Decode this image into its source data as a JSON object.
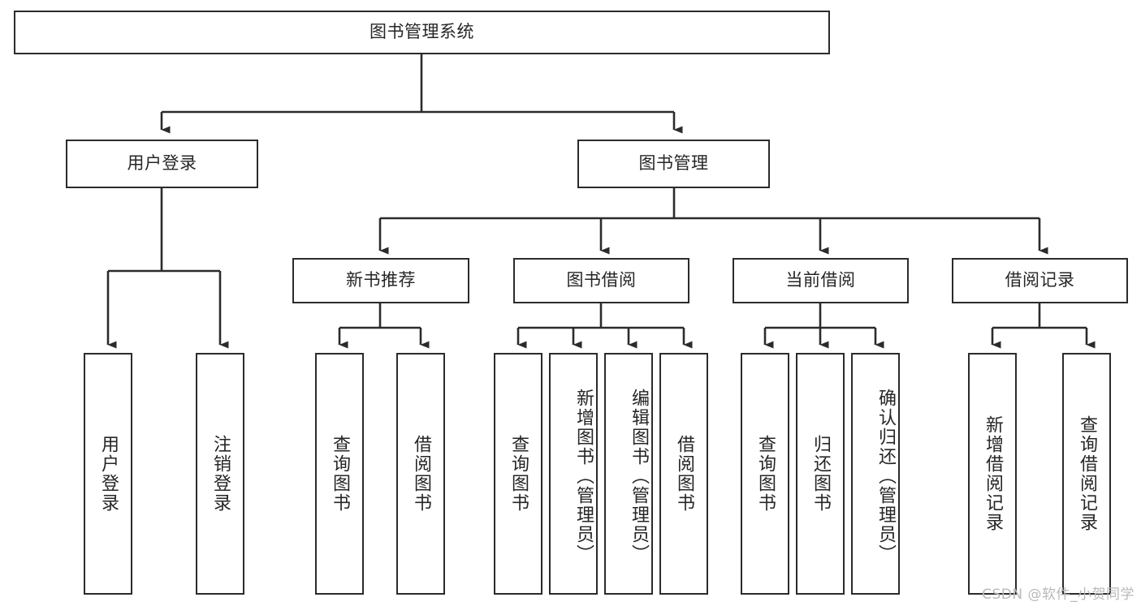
{
  "diagram": {
    "title": "图书管理系统",
    "type": "tree",
    "colors": {
      "box_border": "#2b2b2b",
      "box_fill": "#ffffff",
      "edge": "#2b2b2b",
      "text": "#262626",
      "watermark": "#b8b8b8",
      "background": "#ffffff"
    }
  },
  "root": {
    "label": "图书管理系统"
  },
  "level1": [
    {
      "id": "user-login",
      "label": "用户登录"
    },
    {
      "id": "book-manage",
      "label": "图书管理"
    }
  ],
  "level2": [
    {
      "id": "new-book-rec",
      "label": "新书推荐"
    },
    {
      "id": "book-borrow",
      "label": "图书借阅"
    },
    {
      "id": "current-borrow",
      "label": "当前借阅"
    },
    {
      "id": "borrow-record",
      "label": "借阅记录"
    }
  ],
  "leaves": {
    "user_login": [
      {
        "id": "leaf-user-login",
        "label": "用户登录"
      },
      {
        "id": "leaf-logout",
        "label": "注销登录"
      }
    ],
    "new_book_rec": [
      {
        "id": "leaf-query-book-1",
        "label": "查询图书"
      },
      {
        "id": "leaf-borrow-book-1",
        "label": "借阅图书"
      }
    ],
    "book_borrow": [
      {
        "id": "leaf-query-book-2",
        "label": "查询图书"
      },
      {
        "id": "leaf-add-book",
        "label": "新增图书（管理员）"
      },
      {
        "id": "leaf-edit-book",
        "label": "编辑图书（管理员）"
      },
      {
        "id": "leaf-borrow-book-2",
        "label": "借阅图书"
      }
    ],
    "current_borrow": [
      {
        "id": "leaf-query-book-3",
        "label": "查询图书"
      },
      {
        "id": "leaf-return-book",
        "label": "归还图书"
      },
      {
        "id": "leaf-confirm-return",
        "label": "确认归还（管理员）"
      }
    ],
    "borrow_record": [
      {
        "id": "leaf-add-record",
        "label": "新增借阅记录"
      },
      {
        "id": "leaf-query-record",
        "label": "查询借阅记录"
      }
    ]
  },
  "watermark": {
    "text": "CSDN @软件_小贺同学"
  }
}
